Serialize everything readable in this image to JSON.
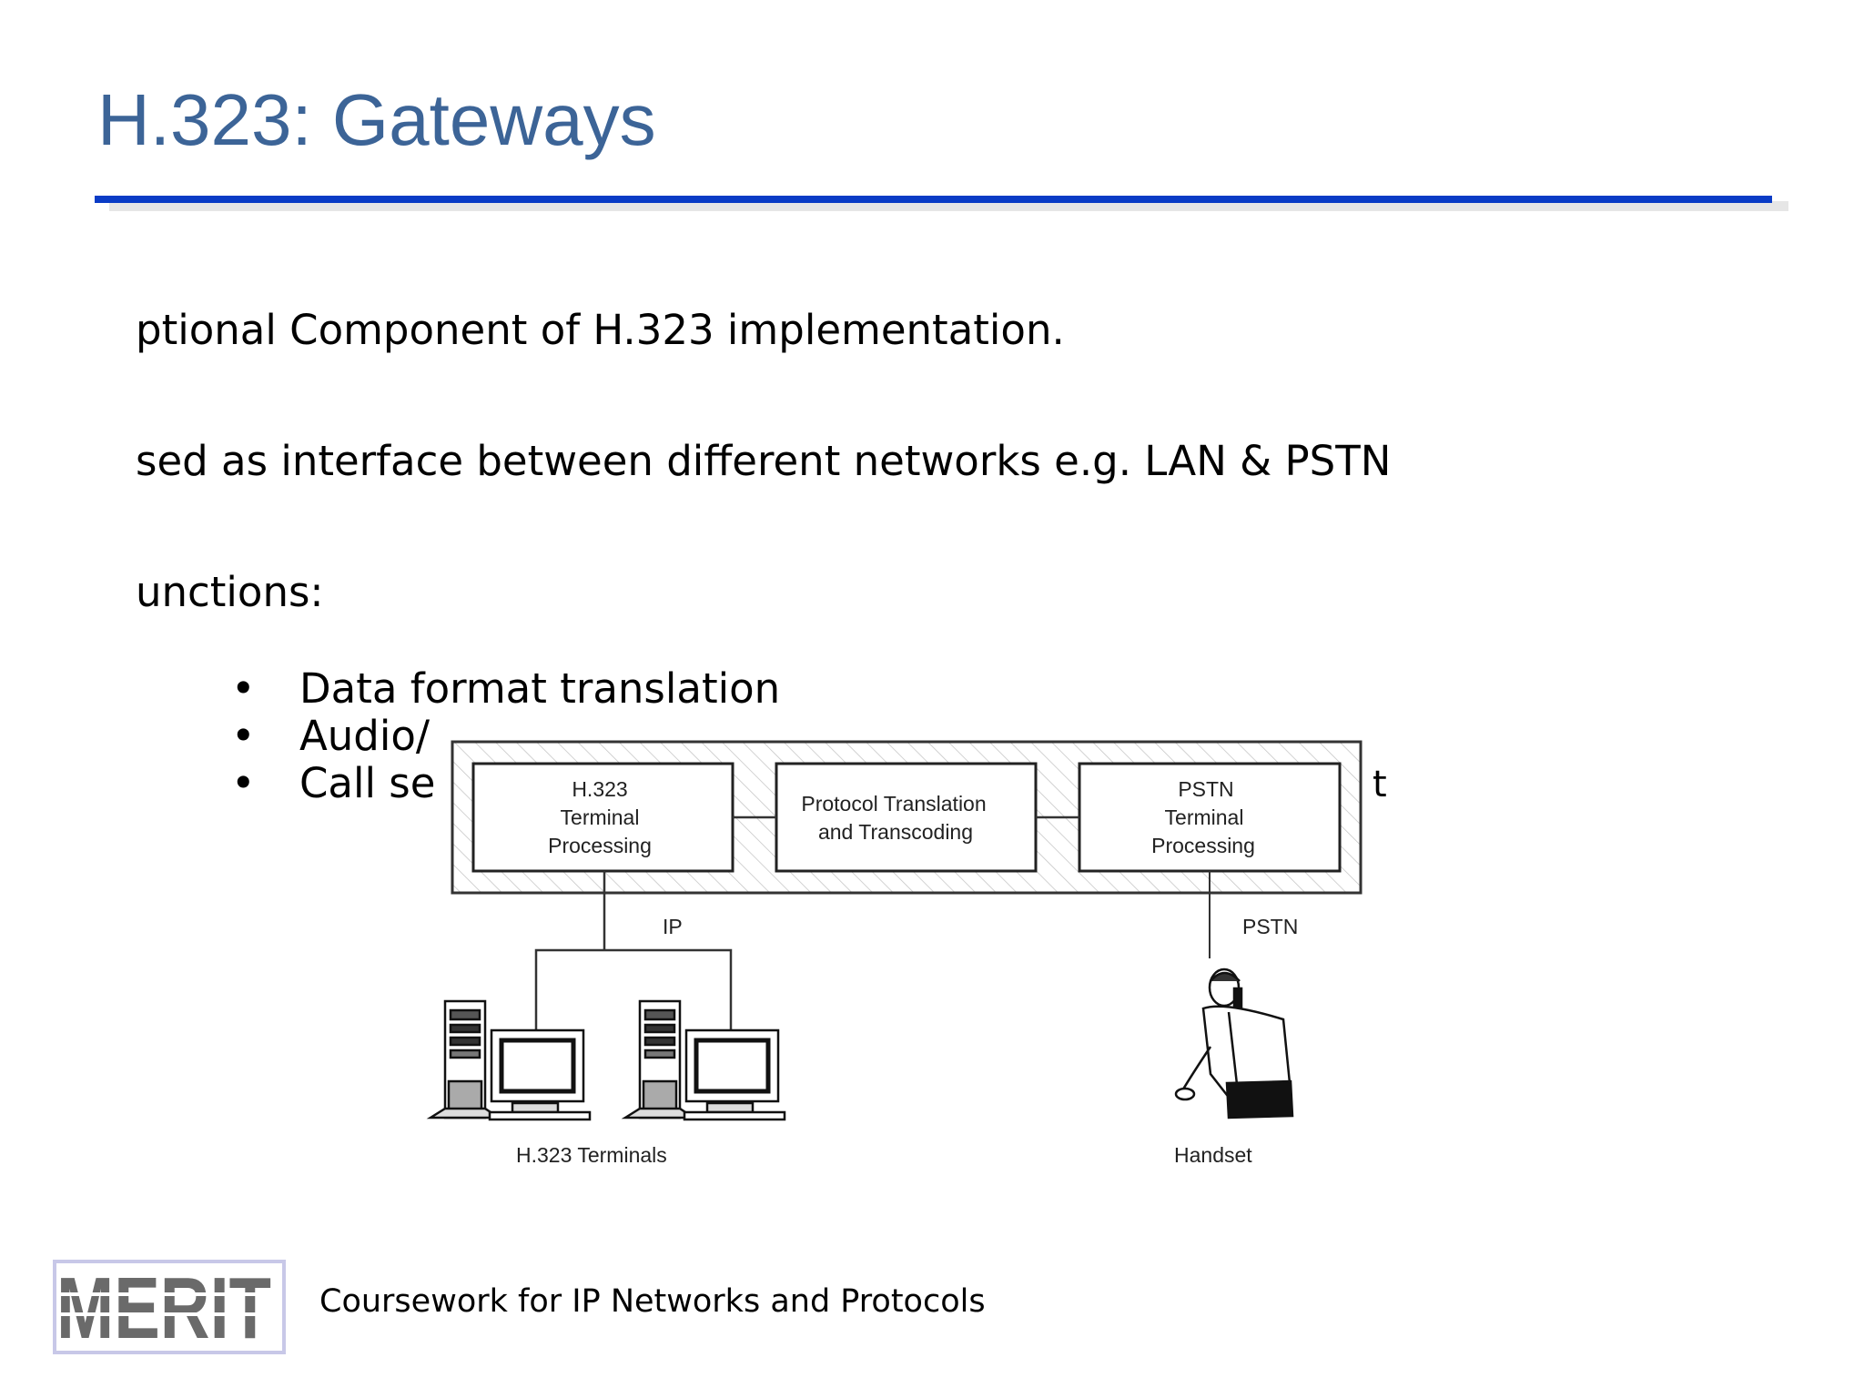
{
  "slide": {
    "title": "H.323: Gateways",
    "lines": [
      "ptional Component of H.323 implementation.",
      "sed as interface between different networks e.g. LAN & PSTN",
      "unctions:"
    ],
    "bullets": [
      "Data format translation",
      "Audio/",
      "Call se"
    ],
    "bullet_symbol": "•",
    "clipped_glyph": "t"
  },
  "diagram": {
    "boxes": {
      "h323": [
        "H.323",
        "Terminal",
        "Processing"
      ],
      "protocol": [
        "Protocol Translation",
        "and Transcoding"
      ],
      "pstn": [
        "PSTN",
        "Terminal",
        "Processing"
      ]
    },
    "labels": {
      "ip": "IP",
      "pstn": "PSTN",
      "terminals": "H.323 Terminals",
      "handset": "Handset"
    }
  },
  "footer": {
    "course": "Coursework for IP Networks and Protocols",
    "logo_text": "MERIT"
  },
  "colors": {
    "title": "#3c6497",
    "rule": "#0a3cc6",
    "logo": "#6a6a6a",
    "logo_frame": "#c8c8e8"
  }
}
